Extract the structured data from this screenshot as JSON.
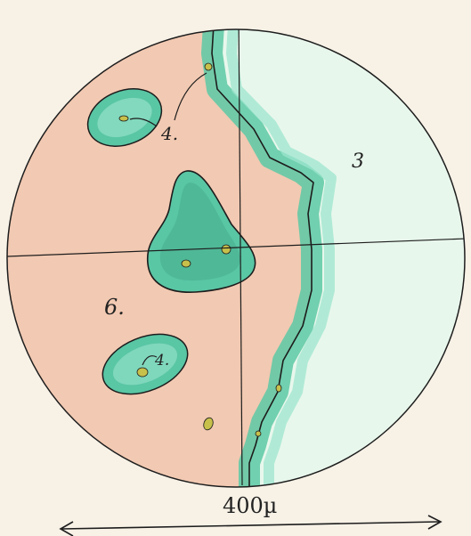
{
  "figure": {
    "labels": {
      "region_3": "3",
      "region_6": "6.",
      "label_4_top": "4.",
      "label_4_bottom": "4."
    },
    "scale": {
      "text": "400µ"
    },
    "colors": {
      "paper": "#f7f1e6",
      "field_background": "#f2c9b2",
      "green_fill": "#59c6a4",
      "green_rim": "#9ee6cf",
      "pale_green": "#e8f7ec",
      "ink": "#1d1d1d",
      "yellow_dot": "#c7c04b"
    }
  }
}
